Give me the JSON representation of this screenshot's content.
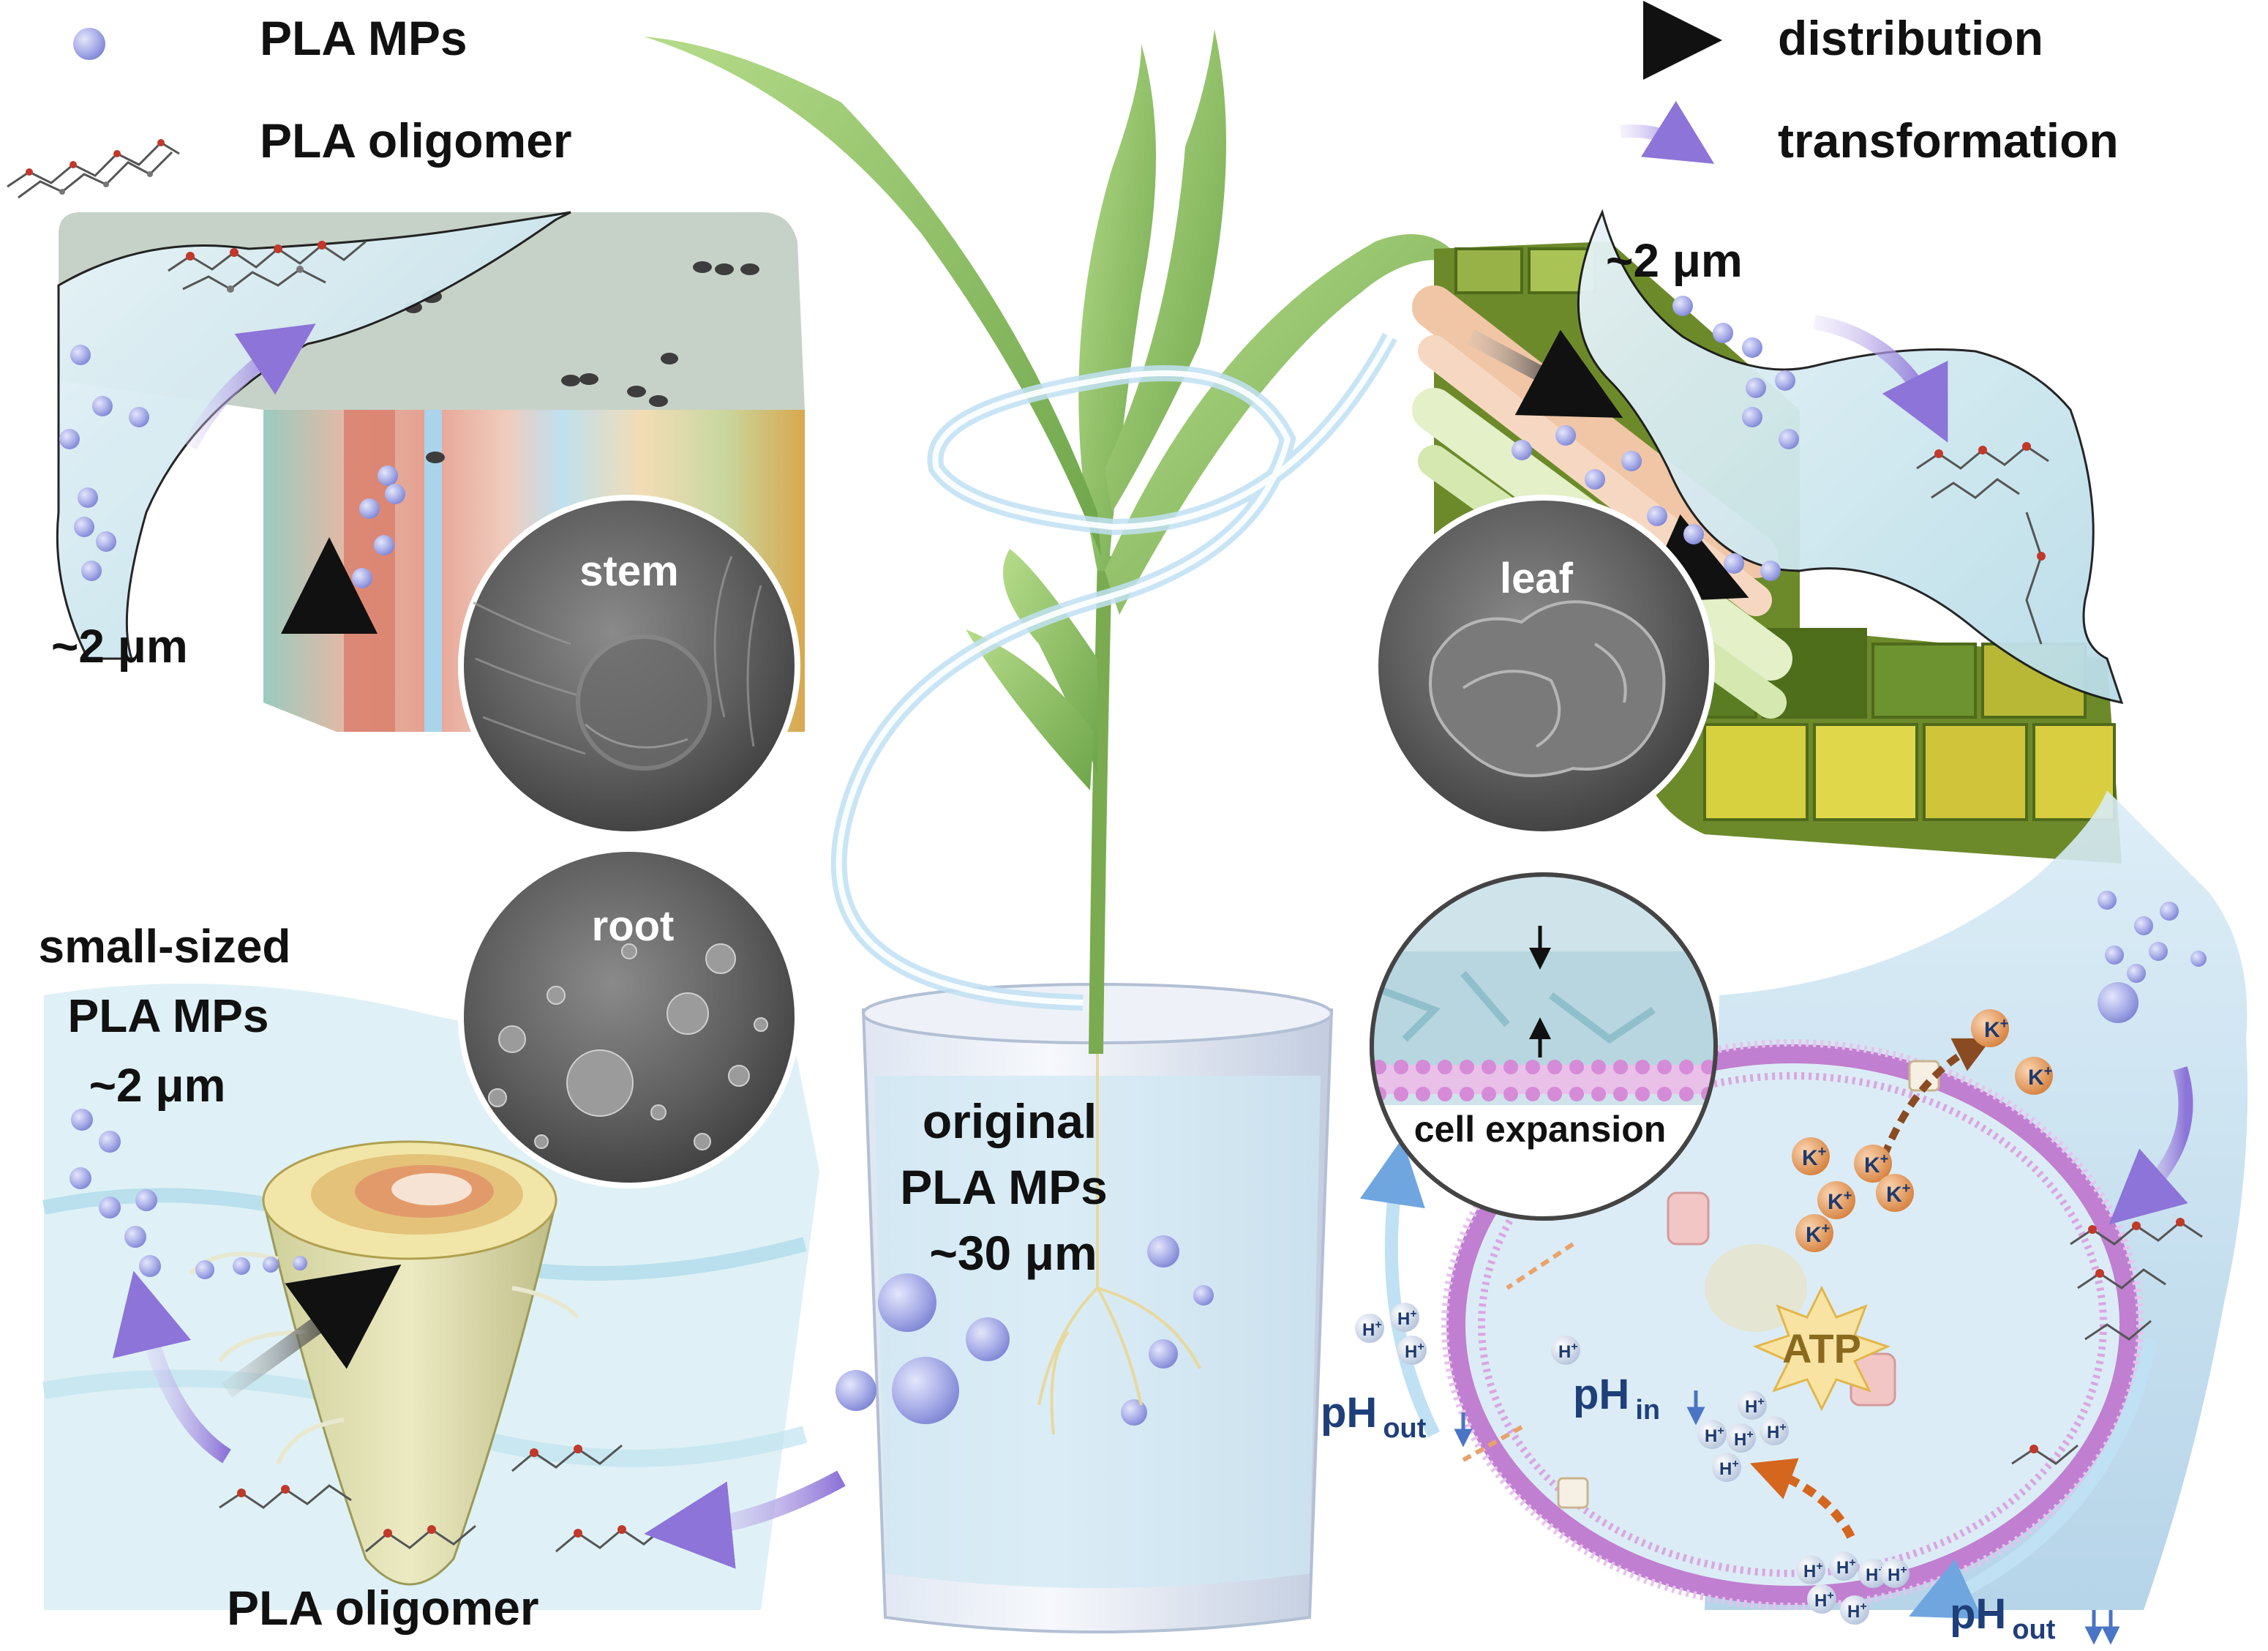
{
  "legend": {
    "mps": "PLA MPs",
    "oligomer": "PLA oligomer",
    "distribution": "distribution",
    "transformation": "transformation"
  },
  "stem_panel": {
    "size": "~2 μm",
    "sem_label": "stem"
  },
  "leaf_panel": {
    "size": "~2 μm",
    "sem_label": "leaf"
  },
  "root_panel": {
    "sem_label": "root",
    "small_line1": "small-sized",
    "small_line2": "PLA MPs",
    "small_line3": "~2 μm",
    "oligomer_label": "PLA oligomer"
  },
  "pot": {
    "line1": "original",
    "line2": "PLA MPs",
    "line3": "~30 μm"
  },
  "cell": {
    "expansion": "cell expansion",
    "atp": "ATP",
    "ph_out": "pH",
    "ph_out_sub": "out",
    "ph_in": "pH",
    "ph_in_sub": "in",
    "ph_out2": "pH",
    "ph_out2_sub": "out",
    "k_ion": "K",
    "k_sup": "+",
    "h_ion": "H",
    "h_sup": "+"
  },
  "colors": {
    "mp_particle": "#a9aee8",
    "distribution_arrow": "#111111",
    "transformation_arrow": "#9d86e0",
    "leaf_green": "#8fc06a",
    "water": "#cfe6ef",
    "membrane": "#c98fd6",
    "k_ion": "#e9a36a"
  }
}
